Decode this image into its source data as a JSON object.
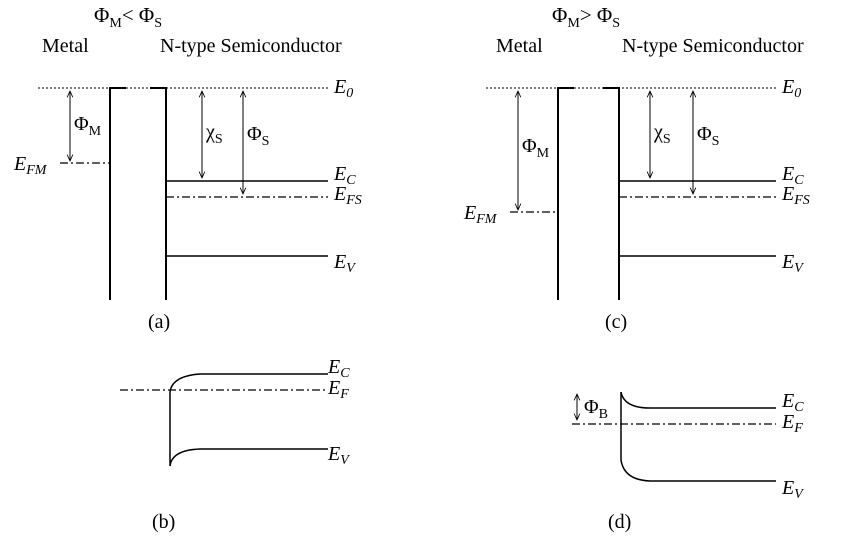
{
  "panel_a": {
    "title": "ΦM< ΦS",
    "metal": "Metal",
    "semi": "N-type Semiconductor",
    "E0": "E0",
    "EFM": "EFM",
    "phiM": "ΦM",
    "chiS": "χS",
    "phiS": "ΦS",
    "EC": "EC",
    "EFS": "EFS",
    "EV": "EV",
    "caption": "(a)"
  },
  "panel_b": {
    "EC": "EC",
    "EF": "EF",
    "EV": "EV",
    "caption": "(b)"
  },
  "panel_c": {
    "title": "ΦM> ΦS",
    "metal": "Metal",
    "semi": "N-type Semiconductor",
    "E0": "E0",
    "EFM": "EFM",
    "phiM": "ΦM",
    "chiS": "χS",
    "phiS": "ΦS",
    "EC": "EC",
    "EFS": "EFS",
    "EV": "EV",
    "caption": "(c)"
  },
  "panel_d": {
    "phiB": "ΦB",
    "EC": "EC",
    "EF": "EF",
    "EV": "EV",
    "caption": "(d)"
  }
}
